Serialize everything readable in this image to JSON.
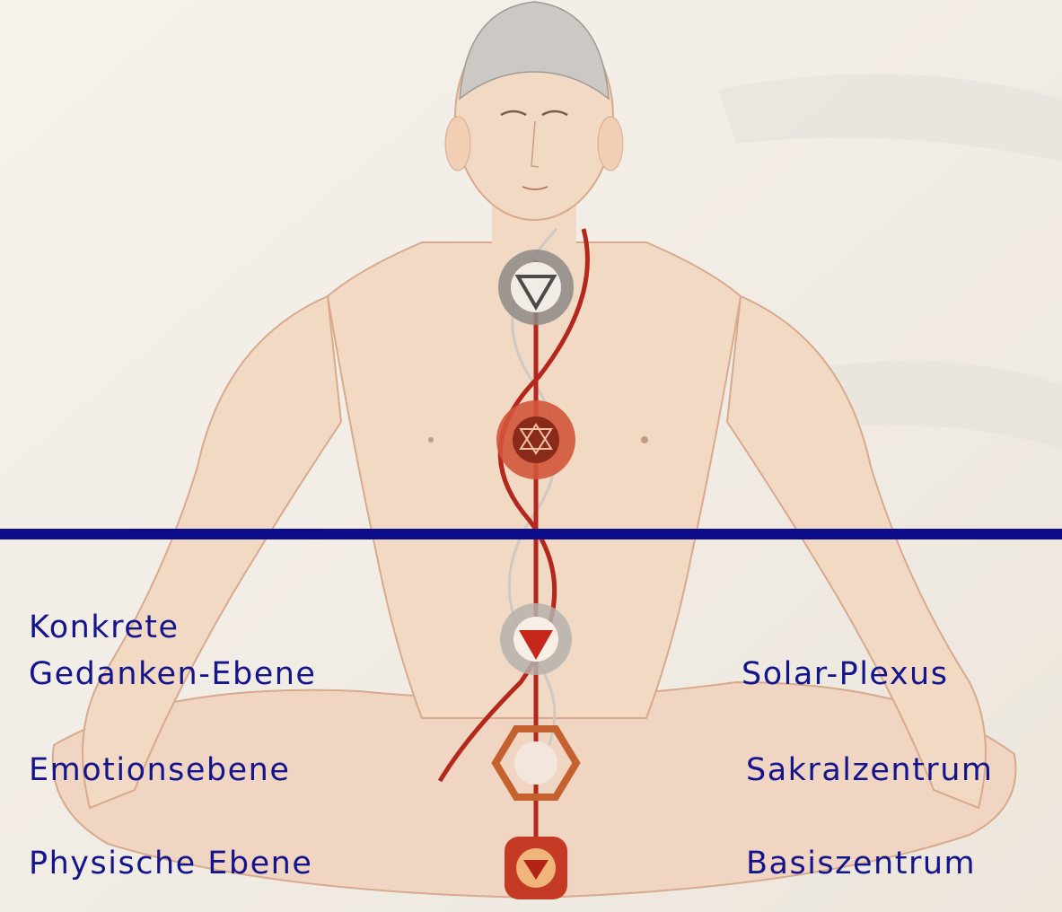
{
  "colors": {
    "divider": "#0d0d8c",
    "label_text": "#14148c",
    "background": "#f4efe7",
    "body_skin": "#f2d9c4",
    "nadi_red": "#b3271c"
  },
  "labels_left": {
    "konkrete": "Konkrete",
    "gedanken": "Gedanken-Ebene",
    "emotion": "Emotionsebene",
    "physisch": "Physische Ebene"
  },
  "labels_right": {
    "solar": "Solar-Plexus",
    "sakral": "Sakralzentrum",
    "basis": "Basiszentrum"
  },
  "chakra_icons": [
    "throat-chakra-icon",
    "heart-chakra-icon",
    "solar-plexus-chakra-icon",
    "sacral-chakra-icon",
    "root-chakra-icon"
  ]
}
